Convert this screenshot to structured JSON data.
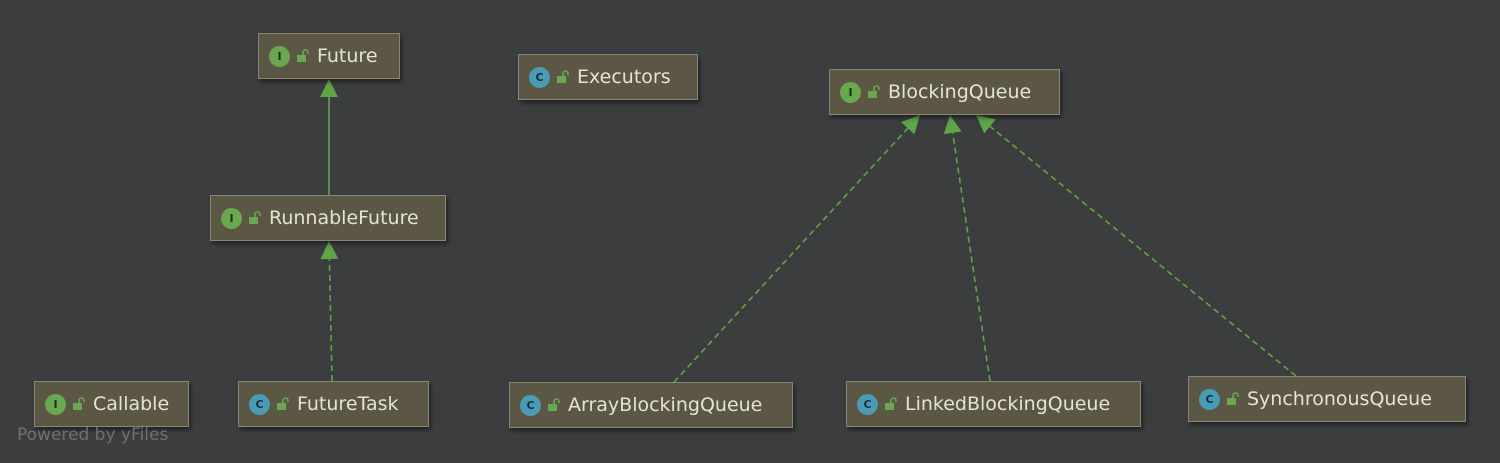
{
  "nodes": {
    "future": {
      "kind": "I",
      "name": "Future"
    },
    "runnable_future": {
      "kind": "I",
      "name": "RunnableFuture"
    },
    "callable": {
      "kind": "I",
      "name": "Callable"
    },
    "future_task": {
      "kind": "C",
      "name": "FutureTask"
    },
    "executors": {
      "kind": "C",
      "name": "Executors"
    },
    "blocking_queue": {
      "kind": "I",
      "name": "BlockingQueue"
    },
    "array_blocking_queue": {
      "kind": "C",
      "name": "ArrayBlockingQueue"
    },
    "linked_blocking_queue": {
      "kind": "C",
      "name": "LinkedBlockingQueue"
    },
    "synchronous_queue": {
      "kind": "C",
      "name": "SynchronousQueue"
    }
  },
  "edges": [
    {
      "from": "runnable_future",
      "to": "future",
      "relation": "extends"
    },
    {
      "from": "future_task",
      "to": "runnable_future",
      "relation": "implements"
    },
    {
      "from": "array_blocking_queue",
      "to": "blocking_queue",
      "relation": "implements"
    },
    {
      "from": "linked_blocking_queue",
      "to": "blocking_queue",
      "relation": "implements"
    },
    {
      "from": "synchronous_queue",
      "to": "blocking_queue",
      "relation": "implements"
    }
  ],
  "colors": {
    "background": "#3b3d3f",
    "node_fill": "#5c5744",
    "edge": "#5fa547",
    "interface_badge": "#6aa84f",
    "class_badge": "#4a9bb4"
  },
  "watermark": "Powered by yFiles"
}
